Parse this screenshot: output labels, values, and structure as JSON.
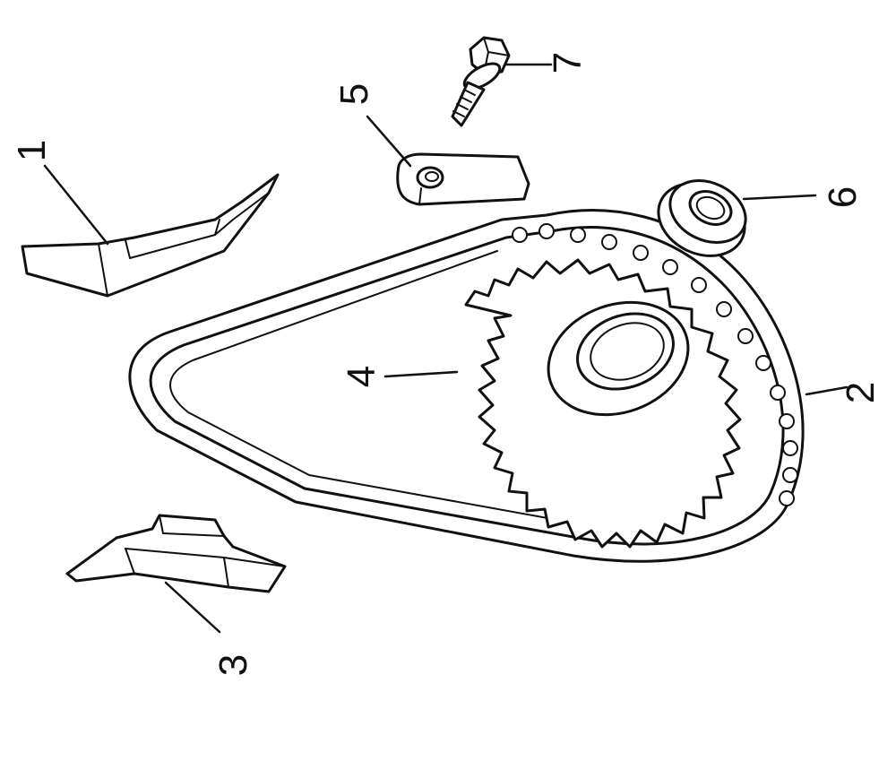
{
  "diagram": {
    "callouts": [
      {
        "id": "1",
        "label": "1"
      },
      {
        "id": "2",
        "label": "2"
      },
      {
        "id": "3",
        "label": "3"
      },
      {
        "id": "4",
        "label": "4"
      },
      {
        "id": "5",
        "label": "5"
      },
      {
        "id": "6",
        "label": "6"
      },
      {
        "id": "7",
        "label": "7"
      }
    ]
  },
  "colors": {
    "ink": "#111111",
    "paper": "#ffffff"
  }
}
